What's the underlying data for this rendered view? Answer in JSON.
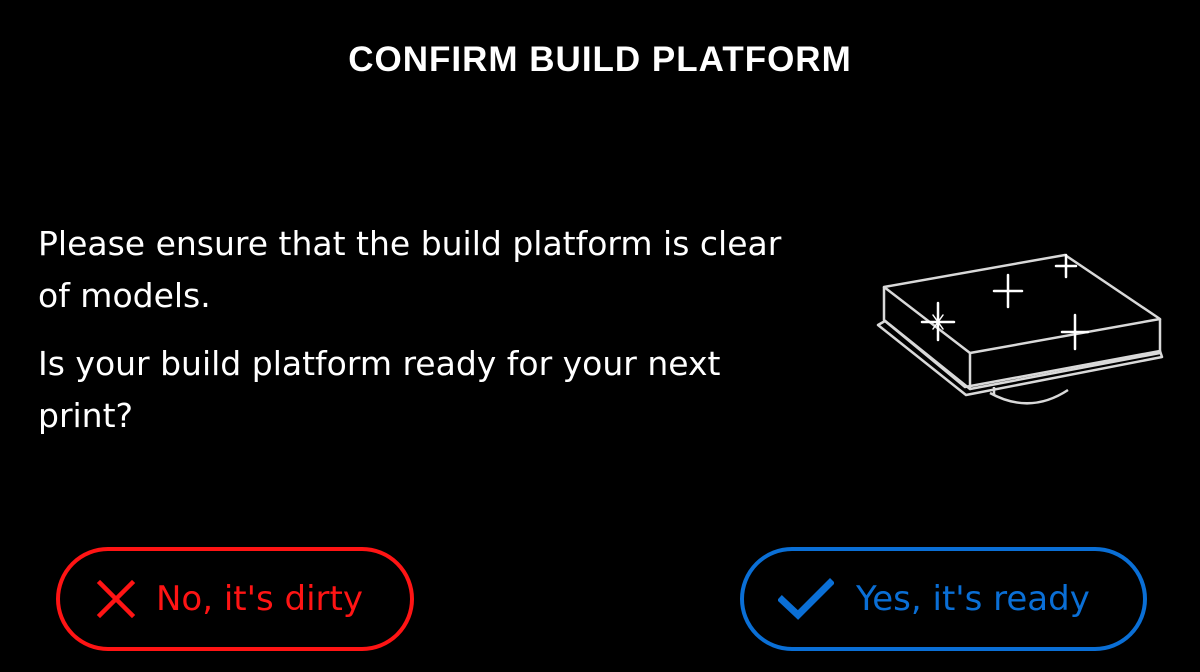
{
  "header": {
    "title": "CONFIRM BUILD PLATFORM"
  },
  "message": {
    "line1": "Please ensure that the build platform is clear of models.",
    "line2": "Is your build platform ready for your next print?"
  },
  "illustration": {
    "icon": "build-platform-clean-icon"
  },
  "buttons": {
    "no_label": "No, it's dirty",
    "no_icon": "x-icon",
    "yes_label": "Yes, it's ready",
    "yes_icon": "checkmark-icon"
  },
  "colors": {
    "background": "#000000",
    "text": "#ffffff",
    "danger": "#ff1414",
    "accent": "#0a6fd6"
  }
}
